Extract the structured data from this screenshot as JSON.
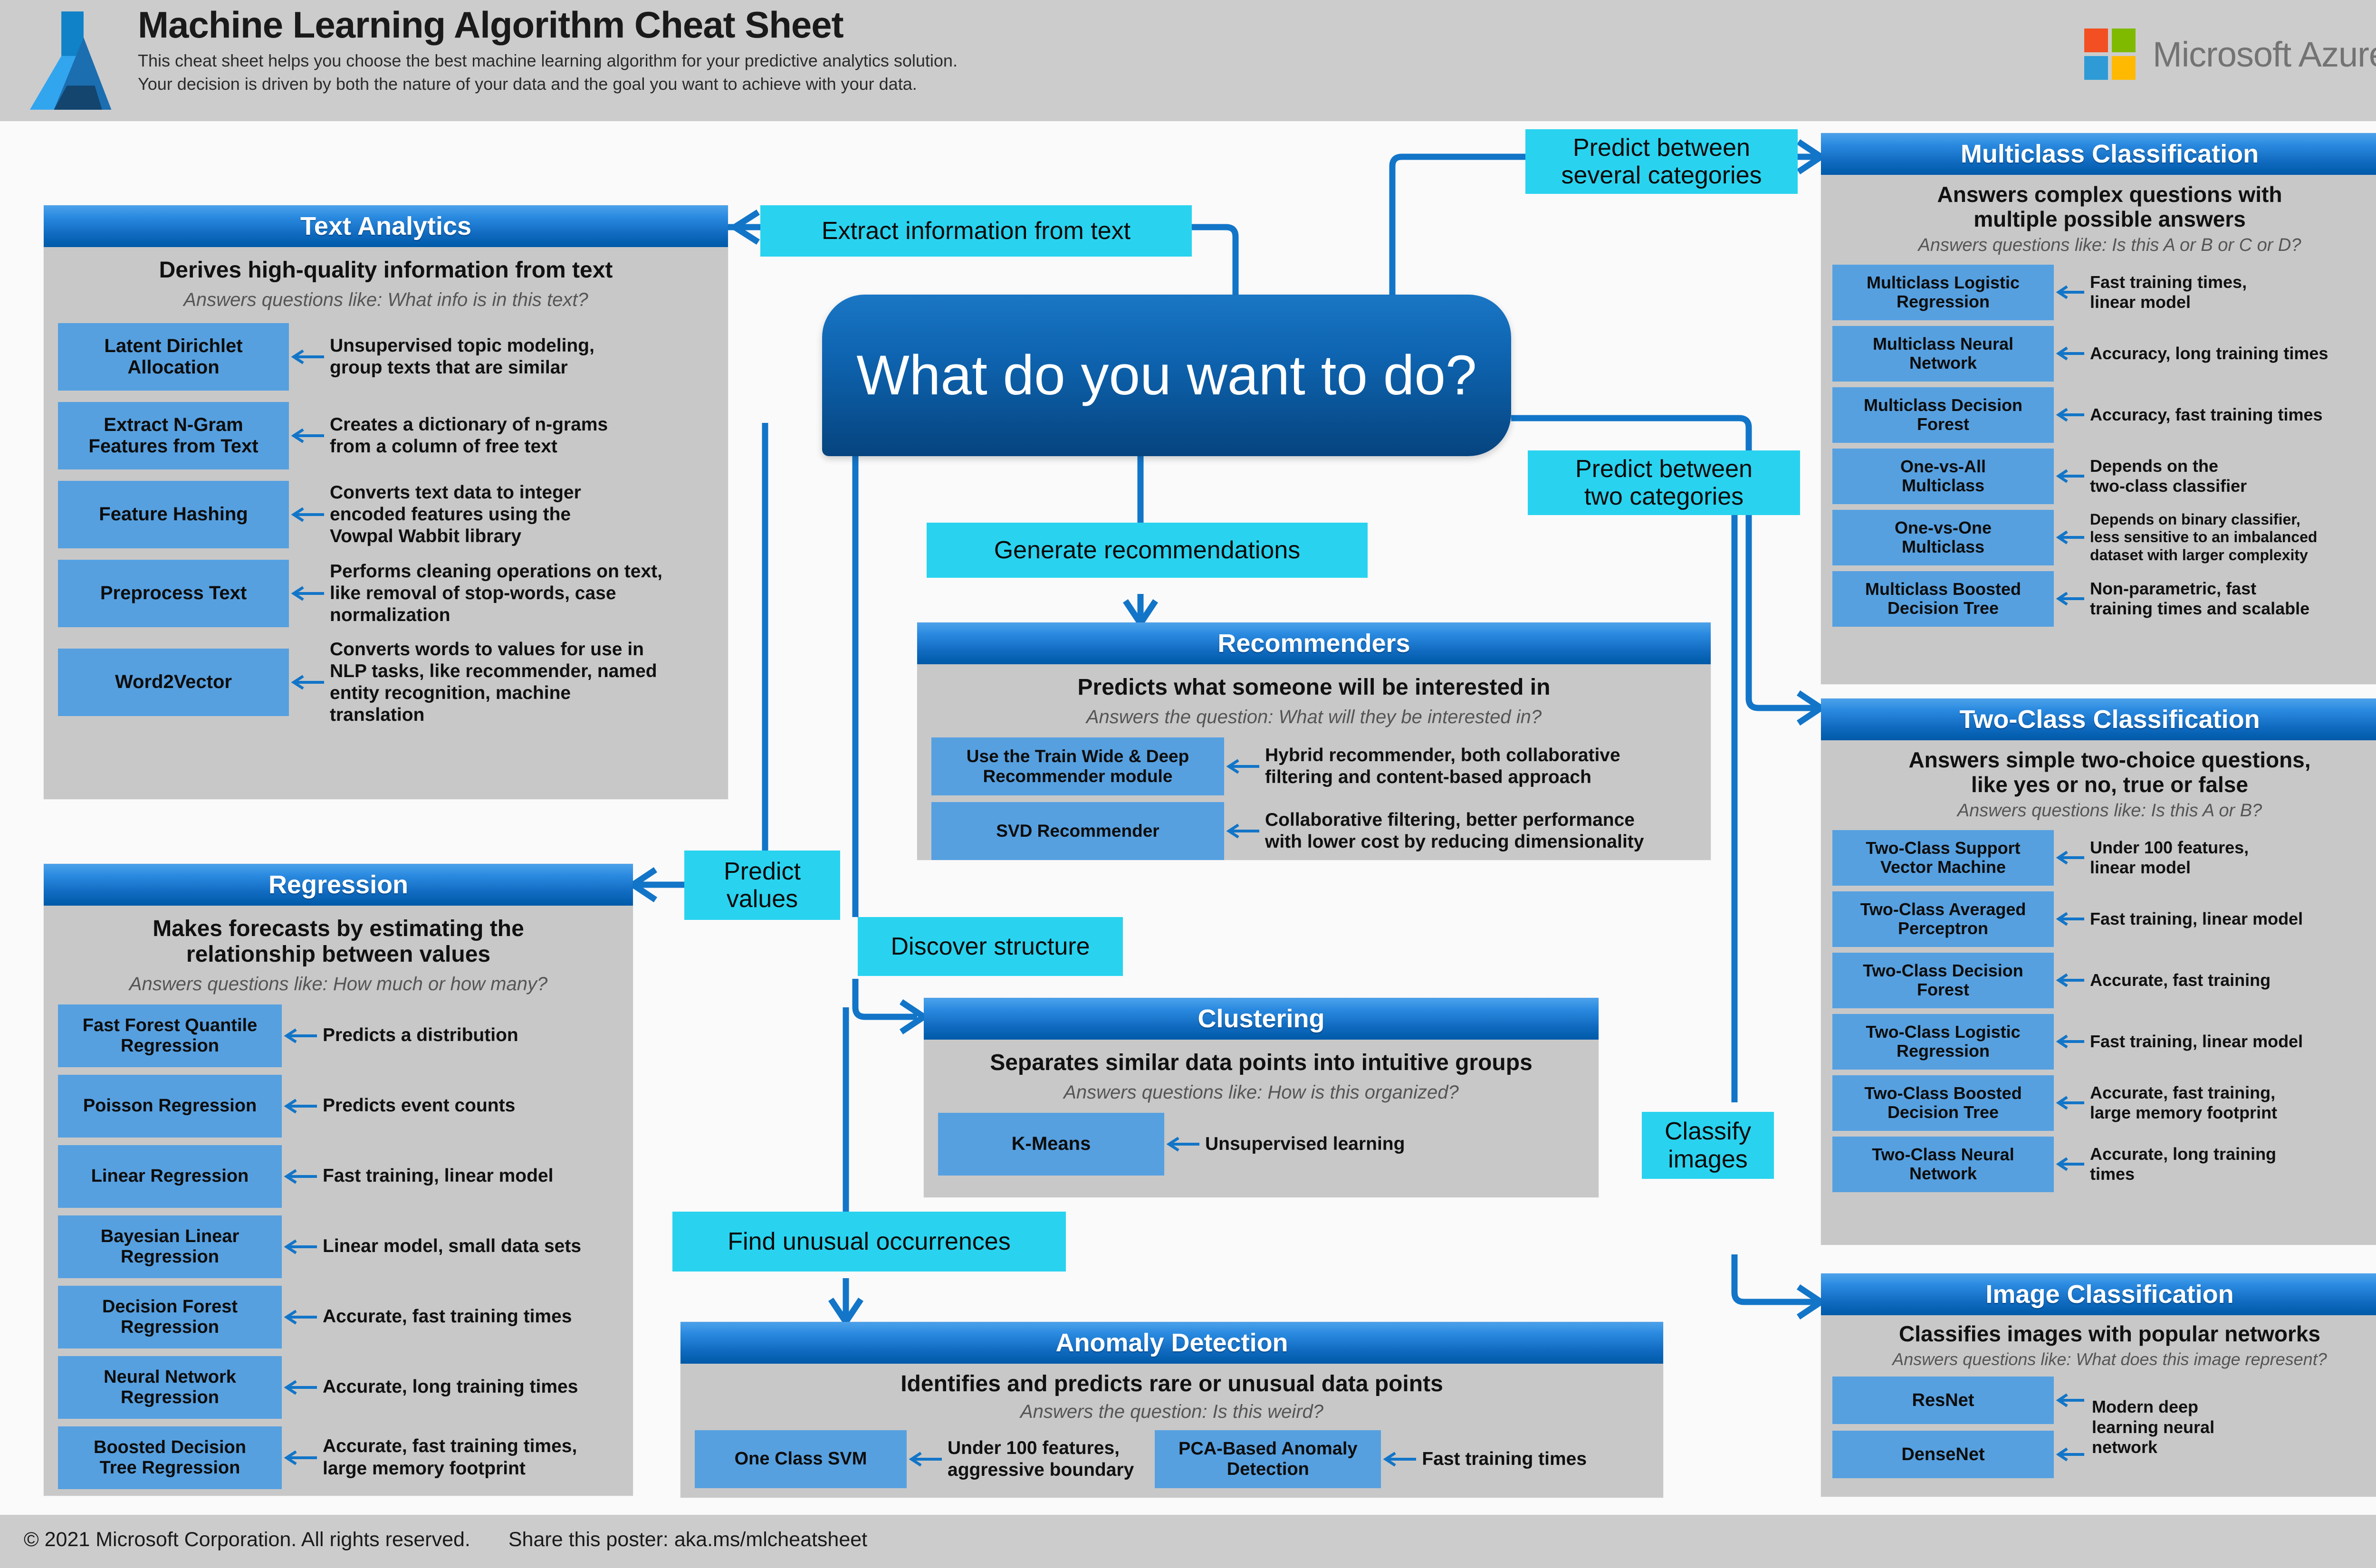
{
  "header": {
    "title": "Machine Learning Algorithm Cheat Sheet",
    "subtitle_line1": "This cheat sheet helps you choose the best machine learning algorithm for your predictive analytics solution.",
    "subtitle_line2": "Your decision is driven by both the nature of your data and the goal you want to achieve with your data.",
    "brand": "Microsoft Azure",
    "logo_icon": "azure-logo-icon",
    "brand_icon": "microsoft-squares-icon"
  },
  "colors": {
    "header_bg": "#cccccc",
    "panel_bg": "#c8c8c8",
    "panel_head_top": "#4da2ea",
    "panel_head_bottom": "#005aa8",
    "algorithm_box": "#56a0e0",
    "decision_label": "#29d3ef",
    "wire": "#1275c8",
    "bubble_top": "#1a76c4",
    "bubble_bottom": "#06447f",
    "ms_red": "#f25022",
    "ms_green": "#7fba00",
    "ms_blue": "#2e9bd6",
    "ms_yellow": "#ffb900"
  },
  "center": {
    "question": "What do you want to do?"
  },
  "decisions": [
    {
      "id": "extract-information-from-text",
      "label": "Extract information from text"
    },
    {
      "id": "predict-between-several-categories",
      "label": "Predict between\nseveral categories"
    },
    {
      "id": "predict-between-two-categories",
      "label": "Predict between\ntwo categories"
    },
    {
      "id": "generate-recommendations",
      "label": "Generate recommendations"
    },
    {
      "id": "predict-values",
      "label": "Predict\nvalues"
    },
    {
      "id": "discover-structure",
      "label": "Discover structure"
    },
    {
      "id": "find-unusual-occurrences",
      "label": "Find unusual occurrences"
    },
    {
      "id": "classify-images",
      "label": "Classify\nimages"
    }
  ],
  "panels": {
    "text_analytics": {
      "title": "Text Analytics",
      "description": "Derives high-quality information from text",
      "question": "Answers questions like: What info is in this text?",
      "algorithms": [
        {
          "name": "Latent Dirichlet\nAllocation",
          "note": "Unsupervised topic modeling,\ngroup texts that are similar"
        },
        {
          "name": "Extract N-Gram\nFeatures from Text",
          "note": "Creates a dictionary of n-grams\nfrom a column of free text"
        },
        {
          "name": "Feature Hashing",
          "note": "Converts text data to integer\nencoded features using the\nVowpal Wabbit library"
        },
        {
          "name": "Preprocess Text",
          "note": "Performs cleaning operations on text,\nlike removal of stop-words, case\nnormalization"
        },
        {
          "name": "Word2Vector",
          "note": "Converts words to values for use in\nNLP tasks, like recommender, named\nentity recognition, machine\ntranslation"
        }
      ]
    },
    "regression": {
      "title": "Regression",
      "description": "Makes forecasts by estimating the\nrelationship between values",
      "question": "Answers questions like: How much or how many?",
      "algorithms": [
        {
          "name": "Fast Forest Quantile\nRegression",
          "note": "Predicts a distribution"
        },
        {
          "name": "Poisson Regression",
          "note": "Predicts event counts"
        },
        {
          "name": "Linear Regression",
          "note": "Fast training, linear model"
        },
        {
          "name": "Bayesian Linear\nRegression",
          "note": "Linear model, small data sets"
        },
        {
          "name": "Decision Forest\nRegression",
          "note": "Accurate, fast training times"
        },
        {
          "name": "Neural Network\nRegression",
          "note": "Accurate, long training times"
        },
        {
          "name": "Boosted Decision\nTree Regression",
          "note": "Accurate, fast training times,\nlarge memory footprint"
        }
      ]
    },
    "recommenders": {
      "title": "Recommenders",
      "description": "Predicts what someone will be interested in",
      "question": "Answers the question: What will they be interested in?",
      "algorithms": [
        {
          "name": "Use the Train Wide & Deep\nRecommender module",
          "note": "Hybrid recommender, both collaborative\nfiltering and content-based approach"
        },
        {
          "name": "SVD Recommender",
          "note": "Collaborative filtering, better performance\nwith lower cost by reducing dimensionality"
        }
      ]
    },
    "clustering": {
      "title": "Clustering",
      "description": "Separates similar data points into intuitive groups",
      "question": "Answers questions like: How is this organized?",
      "algorithms": [
        {
          "name": "K-Means",
          "note": "Unsupervised learning"
        }
      ]
    },
    "anomaly_detection": {
      "title": "Anomaly Detection",
      "description": "Identifies and predicts rare or unusual data points",
      "question": "Answers the question: Is this weird?",
      "algorithms": [
        {
          "name": "One Class SVM",
          "note": "Under 100 features,\naggressive boundary"
        },
        {
          "name": "PCA-Based Anomaly\nDetection",
          "note": "Fast training times"
        }
      ]
    },
    "multiclass_classification": {
      "title": "Multiclass Classification",
      "description": "Answers complex questions with\nmultiple possible answers",
      "question": "Answers questions like: Is this A or B or C or D?",
      "algorithms": [
        {
          "name": "Multiclass Logistic\nRegression",
          "note": "Fast training times,\nlinear model"
        },
        {
          "name": "Multiclass Neural\nNetwork",
          "note": "Accuracy, long training times"
        },
        {
          "name": "Multiclass Decision\nForest",
          "note": "Accuracy, fast training times"
        },
        {
          "name": "One-vs-All\nMulticlass",
          "note": "Depends on the\ntwo-class classifier"
        },
        {
          "name": "One-vs-One\nMulticlass",
          "note": "Depends on binary classifier,\nless sensitive to an imbalanced\ndataset with larger complexity"
        },
        {
          "name": "Multiclass Boosted\nDecision Tree",
          "note": "Non-parametric, fast\ntraining times and scalable"
        }
      ]
    },
    "two_class_classification": {
      "title": "Two-Class Classification",
      "description": "Answers simple two-choice questions,\nlike yes or no, true or false",
      "question": "Answers questions like: Is this A or B?",
      "algorithms": [
        {
          "name": "Two-Class Support\nVector Machine",
          "note": "Under 100 features,\nlinear model"
        },
        {
          "name": "Two-Class Averaged\nPerceptron",
          "note": "Fast training, linear model"
        },
        {
          "name": "Two-Class Decision\nForest",
          "note": "Accurate, fast training"
        },
        {
          "name": "Two-Class Logistic\nRegression",
          "note": "Fast training, linear model"
        },
        {
          "name": "Two-Class Boosted\nDecision Tree",
          "note": "Accurate, fast training,\nlarge memory footprint"
        },
        {
          "name": "Two-Class Neural\nNetwork",
          "note": "Accurate, long training\ntimes"
        }
      ]
    },
    "image_classification": {
      "title": "Image Classification",
      "description": "Classifies images with popular networks",
      "question": "Answers questions like: What does this image represent?",
      "algorithms": [
        {
          "name": "ResNet",
          "note": "Modern deep\nlearning neural\nnetwork"
        },
        {
          "name": "DenseNet",
          "note": ""
        }
      ]
    }
  },
  "footer": {
    "copyright": "© 2021 Microsoft Corporation. All rights reserved.",
    "share": "Share this poster: aka.ms/mlcheatsheet"
  }
}
